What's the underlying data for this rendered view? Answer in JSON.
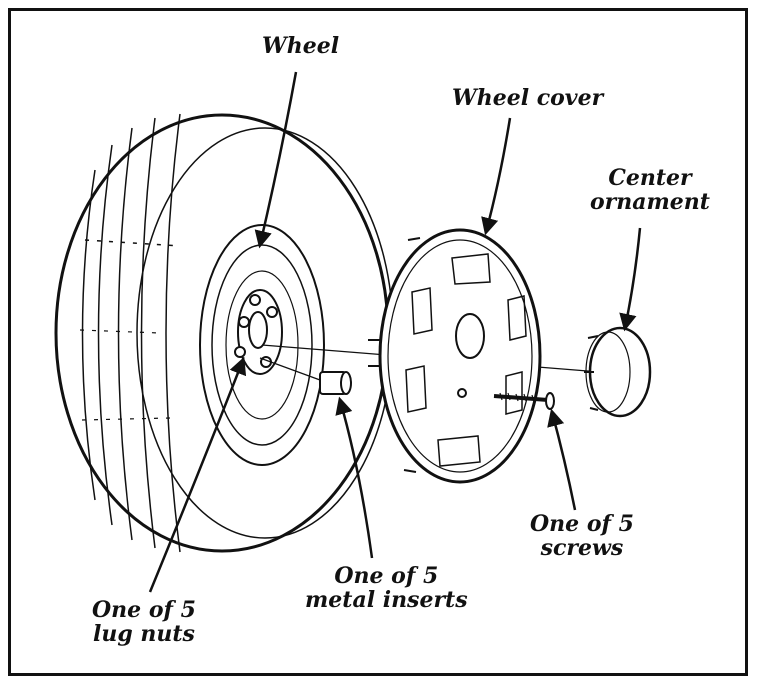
{
  "diagram": {
    "labels": {
      "wheel": "Wheel",
      "wheel_cover": "Wheel cover",
      "center_ornament": [
        "Center",
        "ornament"
      ],
      "screws": [
        "One of 5",
        "screws"
      ],
      "metal_inserts": [
        "One of 5",
        "metal inserts"
      ],
      "lug_nuts": [
        "One of 5",
        "lug nuts"
      ]
    }
  },
  "style": {
    "ink": "#111111",
    "paper": "#ffffff"
  }
}
